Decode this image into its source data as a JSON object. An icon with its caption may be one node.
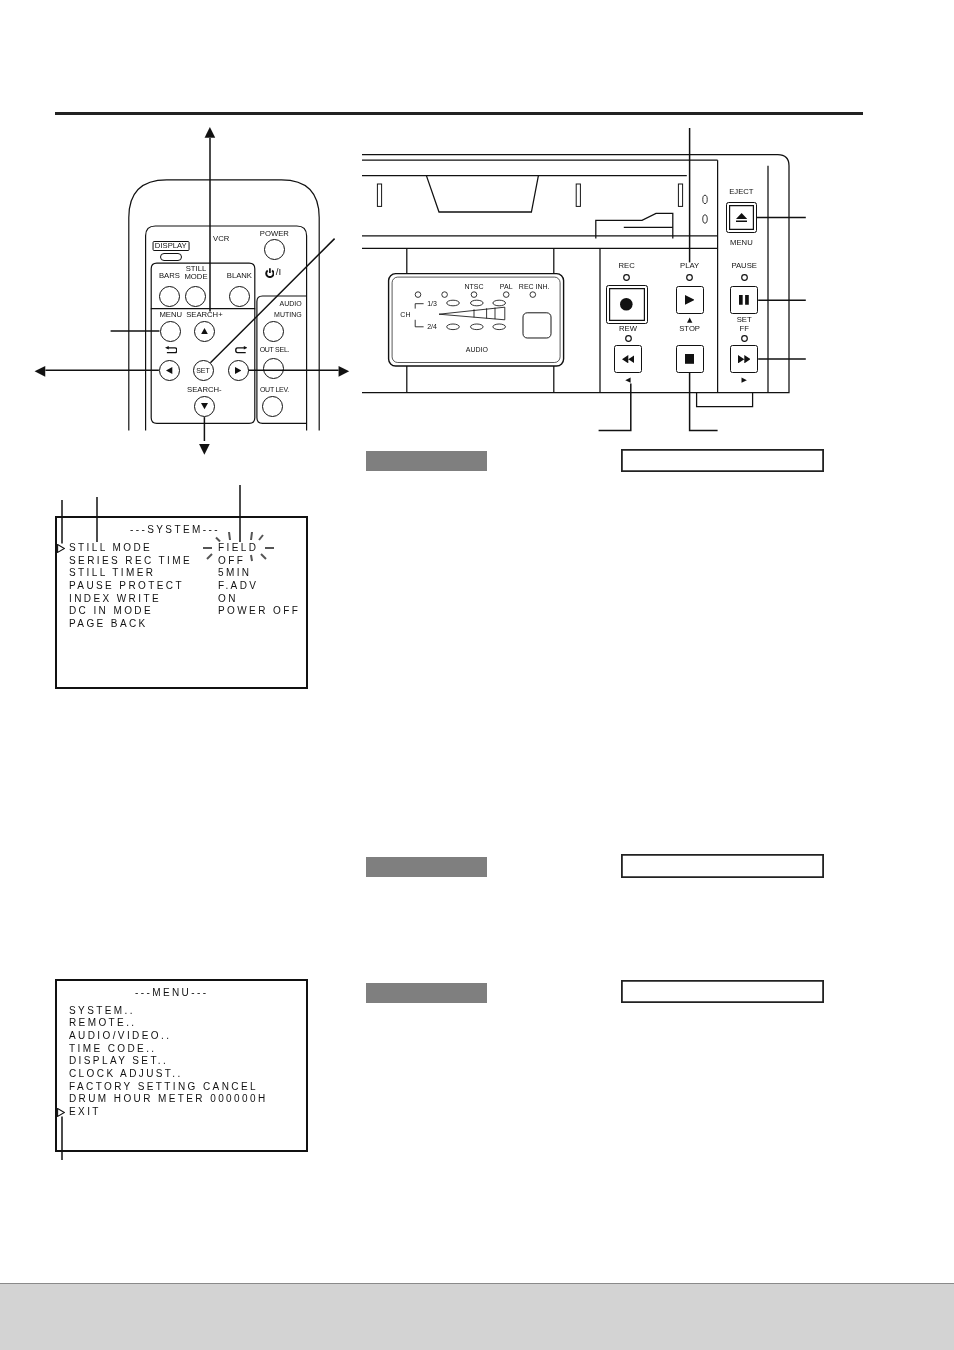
{
  "diagram": {
    "nodes": [
      {
        "text": [
          "▲"
        ]
      },
      {
        "text": [
          "DISPLAY"
        ]
      },
      {
        "text": [
          "POWER"
        ],
        "beside": [
          "/I"
        ]
      },
      {
        "text": [
          "BARS"
        ]
      },
      {
        "text": [
          "STILL MODE"
        ]
      },
      {
        "text": [
          "BLANK"
        ]
      },
      {
        "text": [
          "MENU"
        ]
      },
      {
        "text": [
          "SEARCH+"
        ]
      },
      {
        "text": [
          "MUTING"
        ]
      },
      {
        "text": [
          "◀"
        ]
      },
      {
        "text": [],
        "shape": "circle"
      },
      {
        "text": [
          "SET"
        ]
      },
      {
        "text": [],
        "shape": "circle"
      },
      {
        "text": [
          "OUT SEL."
        ]
      },
      {
        "text": [
          "▶"
        ]
      },
      {
        "text": [
          "SEARCH-"
        ]
      },
      {
        "text": [
          "OUT LEV."
        ]
      },
      {
        "text": [
          "▼"
        ]
      },
      {
        "text": [
          "EJECT",
          "MENU"
        ]
      },
      {
        "text": [
          "REC"
        ]
      },
      {
        "text": [
          "PLAY",
          "▲"
        ]
      },
      {
        "text": [
          "PAUSE",
          "SET"
        ]
      },
      {
        "text": [
          "REW",
          "◀"
        ]
      },
      {
        "text": [
          "STOP"
        ]
      },
      {
        "text": [
          "FF",
          "▶"
        ]
      },
      {
        "text": [
          "---SYSTEM---",
          "SERIES REC TIME",
          "OFF",
          "STILL TIMER",
          "5MIN",
          "PAUSE PROTECT",
          "F.ADV",
          "INDEX WRITE",
          "ON",
          "DC IN MODE",
          "POWER OFF",
          "PAGE BACK"
        ]
      },
      {
        "text": [],
        "shape": "triangle",
        "in": 25
      },
      {
        "text": [
          "STILL MODE"
        ],
        "in": 25
      },
      {
        "text": [
          "FIELD"
        ],
        "in": 25
      },
      {
        "text": [],
        "shape": "bar"
      },
      {
        "text": [],
        "shape": "box"
      },
      {
        "text": [],
        "shape": "bar"
      },
      {
        "text": [],
        "shape": "box"
      },
      {
        "text": [
          "---MENU---",
          "SYSTEM..",
          "REMOTE..",
          "AUDIO/VIDEO..",
          "TIME CODE..",
          "DISPLAY SET..",
          "CLOCK ADJUST..",
          "FACTORY SETTING CANCEL",
          "DRUM HOUR METER 000000H",
          "EXIT"
        ]
      },
      {
        "text": [],
        "shape": "triangle",
        "in": 33
      },
      {
        "text": [],
        "shape": "bar"
      },
      {
        "text": [],
        "shape": "box"
      }
    ],
    "edges": [
      {
        "from": 0,
        "to": 7,
        "arrow": "none"
      },
      {
        "from": null,
        "to": 6,
        "arrow": "none"
      },
      {
        "from": 9,
        "to": 10,
        "arrow": "none"
      },
      {
        "from": null,
        "to": 11,
        "arrow": "none"
      },
      {
        "from": 14,
        "to": 12,
        "arrow": "none"
      },
      {
        "from": 17,
        "to": 15,
        "arrow": "none"
      },
      {
        "from": null,
        "to": 20,
        "arrow": "none"
      },
      {
        "from": null,
        "to": 18,
        "arrow": "none"
      },
      {
        "from": null,
        "to": 21,
        "arrow": "none"
      },
      {
        "from": null,
        "to": 24,
        "arrow": "none"
      },
      {
        "from": null,
        "to": 22,
        "arrow": "none"
      },
      {
        "from": null,
        "to": 23,
        "arrow": "none"
      },
      {
        "from": null,
        "to": 26,
        "arrow": "none"
      },
      {
        "from": null,
        "to": 27,
        "arrow": "none"
      },
      {
        "from": null,
        "to": 28,
        "arrow": "none"
      },
      {
        "from": null,
        "to": 34,
        "arrow": "none"
      }
    ],
    "labels": [
      "VCR",
      "AUDIO",
      "NTSC",
      "PAL",
      "REC INH.",
      "1/3",
      "CH",
      "2/4",
      "AUDIO"
    ]
  }
}
